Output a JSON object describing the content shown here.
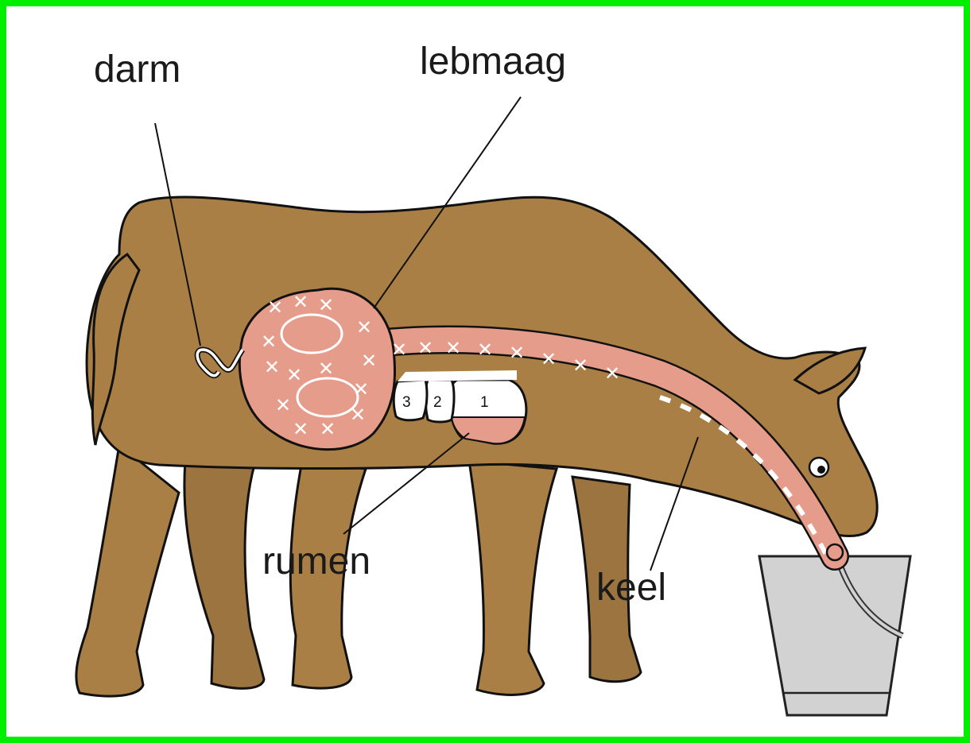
{
  "labels": {
    "darm": "darm",
    "lebmaag": "lebmaag",
    "rumen": "rumen",
    "keel": "keel"
  },
  "compartments": {
    "one": "1",
    "two": "2",
    "three": "3"
  },
  "colors": {
    "border": "#00ee00",
    "calf_body": "#a97f45",
    "stomach": "#e59c8a",
    "bucket": "#d2d2d2",
    "outline": "#111111"
  }
}
